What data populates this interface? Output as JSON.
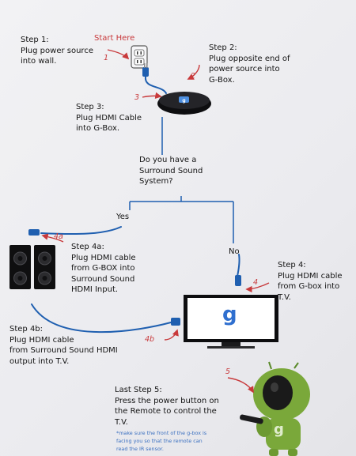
{
  "steps": {
    "step1": "Step 1:\nPlug power source\ninto wall.",
    "start_here": "Start Here",
    "step2": "Step 2:\nPlug opposite end of\npower source into\nG-Box.",
    "step3": "Step 3:\nPlug HDMI Cable\ninto G-Box.",
    "question": "Do you have a\nSurround Sound\nSystem?",
    "yes": "Yes",
    "no": "No",
    "step4a": "Step 4a:\nPlug HDMI cable\nfrom G-BOX into\nSurround Sound\nHDMI Input.",
    "step4": "Step 4:\nPlug HDMI cable\nfrom G-box into\nT.V.",
    "step4b": "Step 4b:\nPlug HDMI cable\nfrom Surround Sound HDMI\noutput into T.V.",
    "step5": "Last Step 5:\nPress the power button on\nthe Remote to control the\nT.V.",
    "note": "*make sure the front of the g-box is\nfacing you so that the remote can\nread the IR sensor."
  },
  "markers": {
    "m1": "1",
    "m2": "2",
    "m3": "3",
    "m4a": "4a",
    "m4": "4",
    "m4b": "4b",
    "m5": "5"
  },
  "tv_logo": "g",
  "robot_logo": "g",
  "colors": {
    "arrow_red": "#c8393b",
    "cable_blue": "#1f5fb0",
    "text": "#141414",
    "robot_green": "#7aa83a",
    "tv_logo_blue": "#2f6fcf"
  }
}
